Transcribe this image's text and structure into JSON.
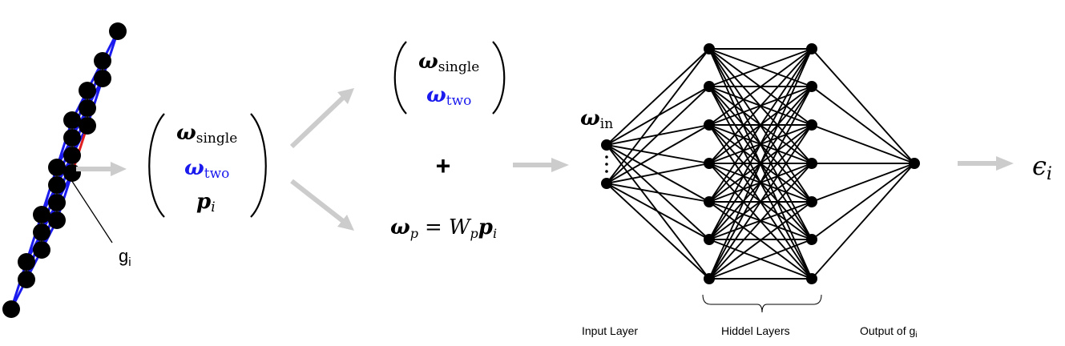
{
  "lattice": {
    "edge_label": "g",
    "edge_label_sub": "i",
    "colors": {
      "edge": "#1a1aee",
      "highlight": "#e02020",
      "node": "#000000"
    }
  },
  "vector1": {
    "row1": {
      "sym": "ω",
      "sub": "single"
    },
    "row2": {
      "sym": "ω",
      "sub": "two"
    },
    "row3": {
      "sym": "p",
      "sub": "i"
    }
  },
  "vector2": {
    "row1": {
      "sym": "ω",
      "sub": "single"
    },
    "row2": {
      "sym": "ω",
      "sub": "two"
    }
  },
  "plus": "+",
  "projection": {
    "lhs": "ω",
    "lhs_sub": "p",
    "eq": "=",
    "w": "W",
    "w_sub": "p",
    "p": "p",
    "p_sub": "i"
  },
  "network": {
    "input": {
      "sym": "ω",
      "sub": "in"
    },
    "layer_labels": {
      "input": "Input Layer",
      "hidden": "Hiddel Layers",
      "output": "Output of g",
      "output_sub": "i"
    },
    "colors": {
      "line": "#000000",
      "node": "#000000"
    }
  },
  "result": {
    "sym": "ϵ",
    "sub": "i"
  },
  "arrow_color": "#cccccc",
  "blue_text": "#1a1aee"
}
